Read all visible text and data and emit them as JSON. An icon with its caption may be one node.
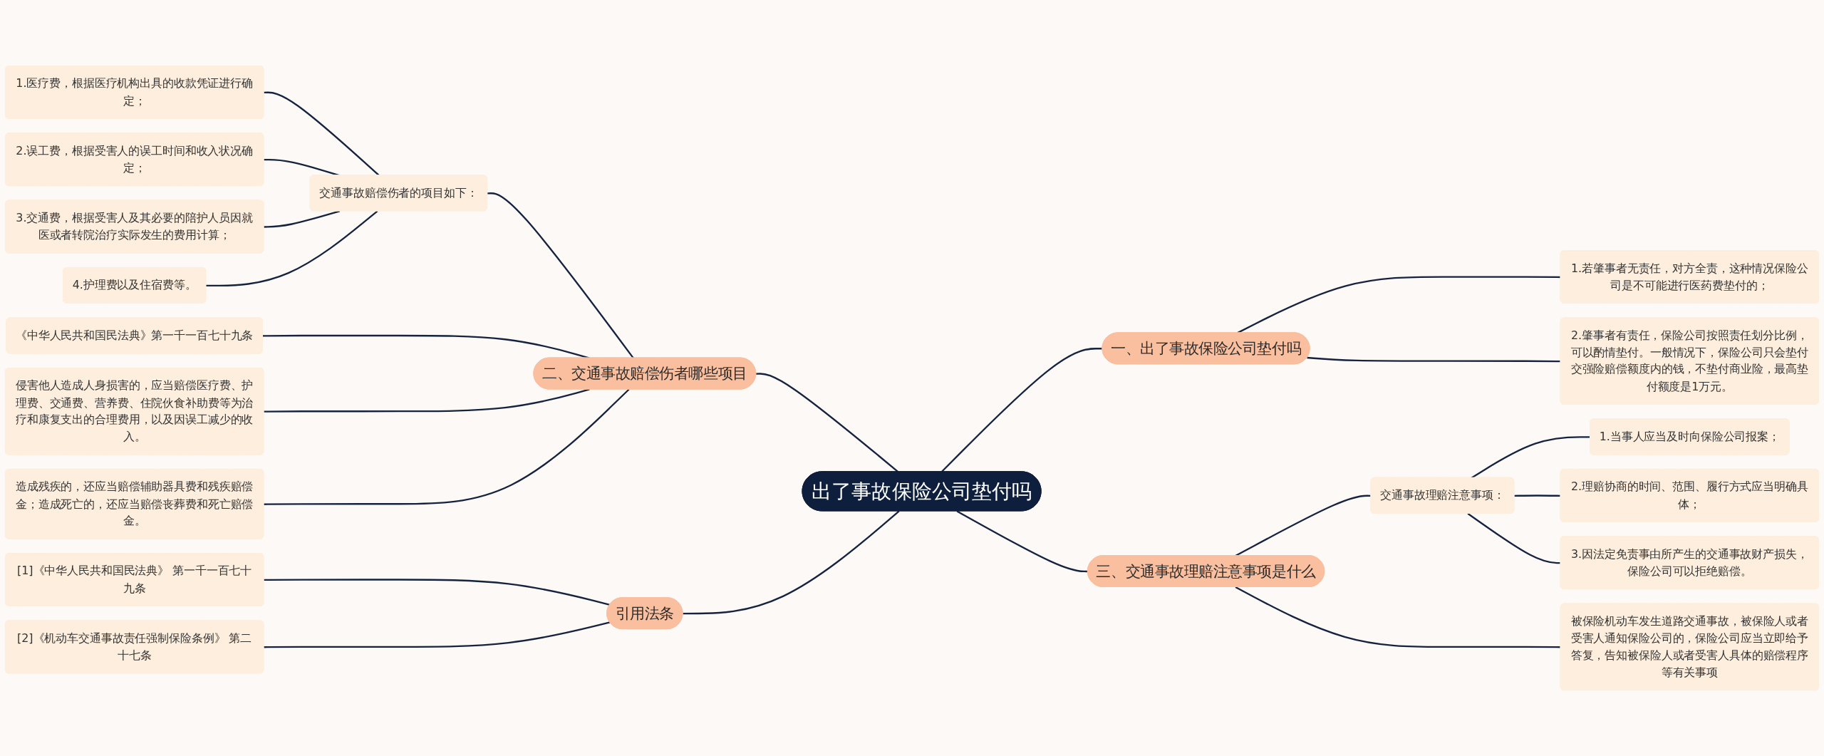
{
  "diagram": {
    "nodes": [
      {
        "text": [
          "出了事故保险公司垫付吗"
        ]
      },
      {
        "text": [
          "一、出了事故保险公司垫付吗"
        ]
      },
      {
        "text": [
          "1.若肇事者无责任，对方全责，这种情况保险公司是不可能进行医药费垫付的；"
        ]
      },
      {
        "text": [
          "2.肇事者有责任，保险公司按照责任划分比例，可以酌情垫付。一般情况下，保险公司只会垫付交强险赔偿额度内的钱，不垫付商业险，最高垫付额度是1万元。"
        ]
      },
      {
        "text": [
          "二、交通事故赔偿伤者哪些项目"
        ]
      },
      {
        "text": [
          "交通事故赔偿伤者的项目如下："
        ]
      },
      {
        "text": [
          "1.医疗费，根据医疗机构出具的收款凭证进行确定；"
        ]
      },
      {
        "text": [
          "2.误工费，根据受害人的误工时间和收入状况确定；"
        ]
      },
      {
        "text": [
          "3.交通费，根据受害人及其必要的陪护人员因就医或者转院治疗实际发生的费用计算；"
        ]
      },
      {
        "text": [
          "4.护理费以及住宿费等。"
        ]
      },
      {
        "text": [
          "《中华人民共和国民法典》第一千一百七十九条"
        ]
      },
      {
        "text": [
          "侵害他人造成人身损害的，应当赔偿医疗费、护理费、交通费、营养费、住院伙食补助费等为治疗和康复支出的合理费用，以及因误工减少的收入。"
        ]
      },
      {
        "text": [
          "造成残疾的，还应当赔偿辅助器具费和残疾赔偿金；造成死亡的，还应当赔偿丧葬费和死亡赔偿金。"
        ]
      },
      {
        "text": [
          "三、交通事故理赔注意事项是什么"
        ]
      },
      {
        "text": [
          "交通事故理赔注意事项："
        ]
      },
      {
        "text": [
          "1.当事人应当及时向保险公司报案；"
        ]
      },
      {
        "text": [
          "2.理赔协商的时间、范围、履行方式应当明确具体；"
        ]
      },
      {
        "text": [
          "3.因法定免责事由所产生的交通事故财产损失，保险公司可以拒绝赔偿。"
        ]
      },
      {
        "text": [
          "被保险机动车发生道路交通事故，被保险人或者受害人通知保险公司的，保险公司应当立即给予答复，告知被保险人或者受害人具体的赔偿程序等有关事项"
        ]
      },
      {
        "text": [
          "引用法条"
        ]
      },
      {
        "text": [
          "[1]《中华人民共和国民法典》 第一千一百七十九条"
        ]
      },
      {
        "text": [
          "[2]《机动车交通事故责任强制保险条例》 第二十七条"
        ]
      }
    ],
    "edges": [
      {
        "from": 0,
        "to": 1,
        "arrow": "none"
      },
      {
        "from": 1,
        "to": 2,
        "arrow": "none"
      },
      {
        "from": 1,
        "to": 3,
        "arrow": "none"
      },
      {
        "from": 0,
        "to": 4,
        "arrow": "none"
      },
      {
        "from": 4,
        "to": 5,
        "arrow": "none"
      },
      {
        "from": 5,
        "to": 6,
        "arrow": "none"
      },
      {
        "from": 5,
        "to": 7,
        "arrow": "none"
      },
      {
        "from": 5,
        "to": 8,
        "arrow": "none"
      },
      {
        "from": 5,
        "to": 9,
        "arrow": "none"
      },
      {
        "from": 4,
        "to": 10,
        "arrow": "none"
      },
      {
        "from": 4,
        "to": 11,
        "arrow": "none"
      },
      {
        "from": 4,
        "to": 12,
        "arrow": "none"
      },
      {
        "from": 0,
        "to": 13,
        "arrow": "none"
      },
      {
        "from": 13,
        "to": 14,
        "arrow": "none"
      },
      {
        "from": 14,
        "to": 15,
        "arrow": "none"
      },
      {
        "from": 14,
        "to": 16,
        "arrow": "none"
      },
      {
        "from": 14,
        "to": 17,
        "arrow": "none"
      },
      {
        "from": 13,
        "to": 18,
        "arrow": "none"
      },
      {
        "from": 0,
        "to": 19,
        "arrow": "none"
      },
      {
        "from": 19,
        "to": 20,
        "arrow": "none"
      },
      {
        "from": 19,
        "to": 21,
        "arrow": "none"
      }
    ]
  }
}
